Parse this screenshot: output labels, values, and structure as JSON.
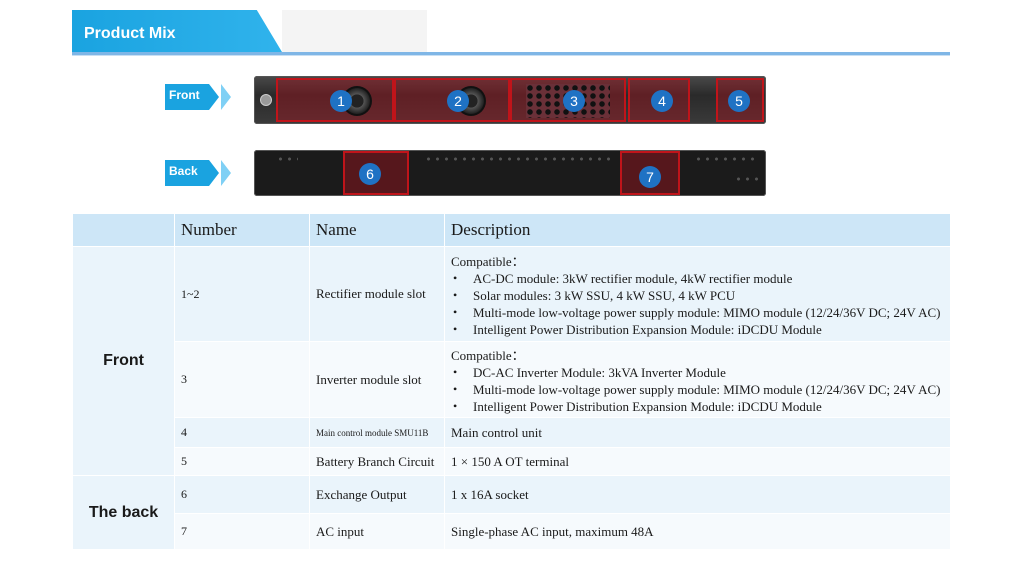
{
  "title": "Product Mix",
  "tags": {
    "front": "Front",
    "back": "Back"
  },
  "markers": [
    "1",
    "2",
    "3",
    "4",
    "5",
    "6",
    "7"
  ],
  "colors": {
    "accent_blue": "#1aa3e0",
    "highlight_red": "#c0141a",
    "marker_blue": "#1f72c4",
    "header_bg": "#cde6f7"
  },
  "table": {
    "headers": {
      "number": "Number",
      "name": "Name",
      "description": "Description"
    },
    "groups": {
      "front": "Front",
      "back": "The back"
    },
    "rows": [
      {
        "number": "1~2",
        "name": "Rectifier module slot",
        "desc_head": "Compatible：",
        "bullets": [
          "AC-DC module: 3kW rectifier module, 4kW rectifier module",
          "Solar modules: 3 kW SSU, 4 kW SSU, 4 kW PCU",
          "Multi-mode low-voltage power supply module: MIMO module (12/24/36V DC; 24V AC)",
          "Intelligent Power Distribution Expansion Module: iDCDU Module"
        ]
      },
      {
        "number": "3",
        "name": "Inverter module slot",
        "desc_head": "Compatible：",
        "bullets": [
          "DC-AC Inverter Module: 3kVA Inverter Module",
          "Multi-mode low-voltage power supply module: MIMO module (12/24/36V DC; 24V AC)",
          "Intelligent Power Distribution Expansion Module: iDCDU Module"
        ]
      },
      {
        "number": "4",
        "name": "Main control module SMU11B",
        "desc": "Main control unit"
      },
      {
        "number": "5",
        "name": "Battery Branch Circuit",
        "desc": "1 × 150 A OT terminal"
      },
      {
        "number": "6",
        "name": "Exchange Output",
        "desc": "1 x 16A socket"
      },
      {
        "number": "7",
        "name": "AC input",
        "desc": "Single-phase AC input, maximum 48A"
      }
    ]
  }
}
